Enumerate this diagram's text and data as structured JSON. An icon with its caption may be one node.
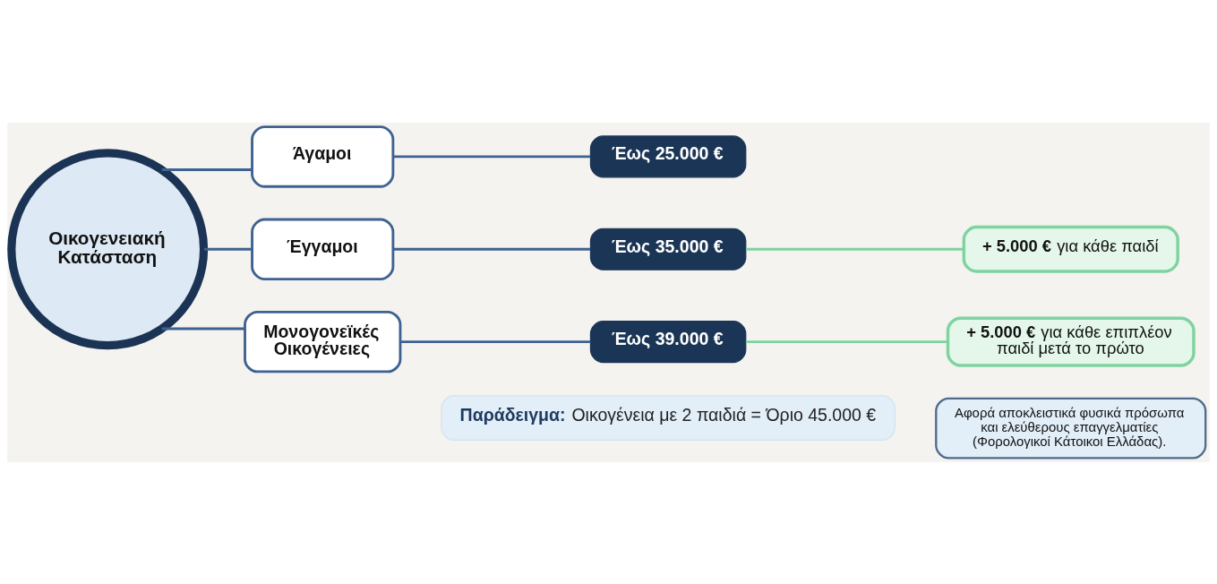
{
  "diagram": {
    "nodes": [
      {
        "text": [
          "Οικογενειακή Κατάσταση"
        ]
      },
      {
        "text": [
          "Άγαμοι"
        ]
      },
      {
        "text": [
          "Έως 25.000 €"
        ]
      },
      {
        "text": [
          "Έγγαμοι"
        ]
      },
      {
        "text": [
          "Έως 35.000 €"
        ]
      },
      {
        "text": [
          "**+ 5.000 €** για κάθε παιδί"
        ]
      },
      {
        "text": [
          "**Παράδειγμα:** Οικογένεια με 2 παιδιά = Όριο 45.000 €"
        ]
      },
      {
        "text": [
          "Μονογονεϊκές Οικογένειες"
        ]
      },
      {
        "text": [
          "Έως 39.000 €"
        ]
      },
      {
        "text": [
          "**+ 5.000 €** για κάθε επιπλέον παιδί μετά το πρώτο"
        ]
      },
      {
        "text": [
          "Αφορά αποκλειστικά φυσικά πρόσωπα και ελεύθερους επαγγελματίες (Φορολογικοί Κάτοικοι Ελλάδας)."
        ]
      }
    ],
    "edges": [
      {
        "from": 0,
        "to": 1,
        "arrow": "none"
      },
      {
        "from": 0,
        "to": 3,
        "arrow": "none"
      },
      {
        "from": 0,
        "to": 7,
        "arrow": "none"
      },
      {
        "from": 1,
        "to": 2,
        "arrow": "none"
      },
      {
        "from": 3,
        "to": 4,
        "arrow": "none"
      },
      {
        "from": 4,
        "to": 5,
        "arrow": "none",
        "color": "#7fd3a0"
      },
      {
        "from": 7,
        "to": 8,
        "arrow": "none"
      },
      {
        "from": 8,
        "to": 9,
        "arrow": "none",
        "color": "#7fd3a0"
      }
    ]
  }
}
